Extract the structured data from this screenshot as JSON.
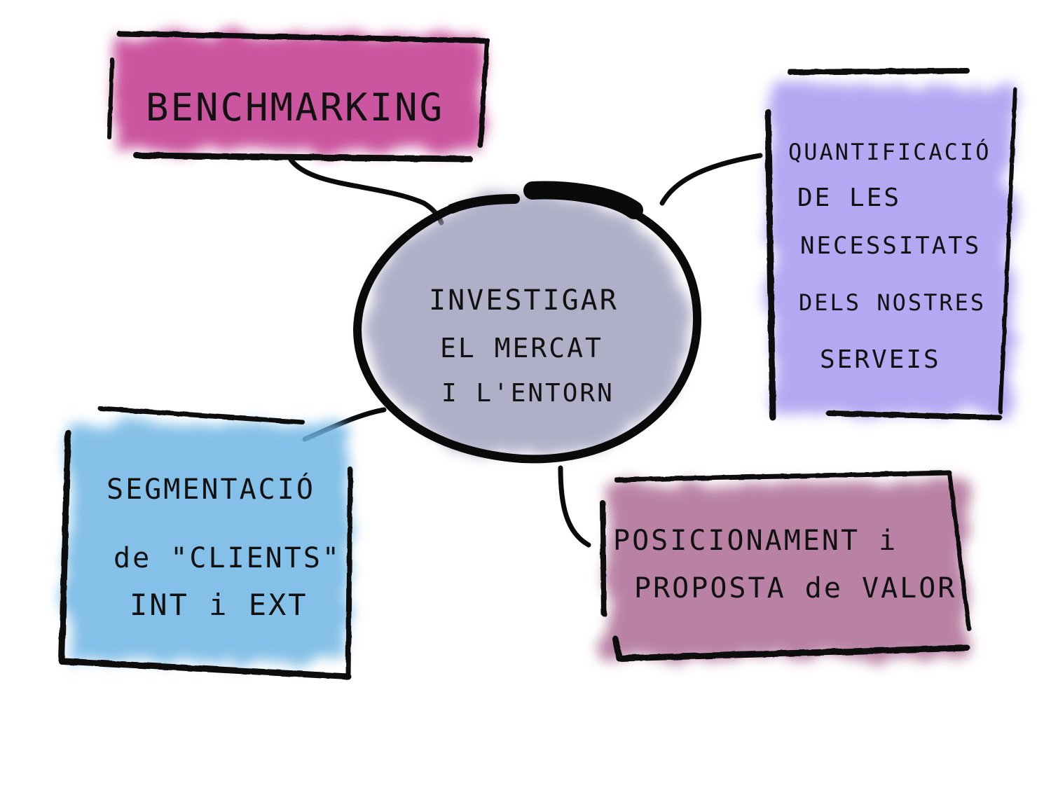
{
  "diagram": {
    "type": "mind-map",
    "center": {
      "lines": [
        "INVESTIGAR",
        "EL MERCAT",
        "I L'ENTORN"
      ],
      "color": "#9c9cbb"
    },
    "nodes": [
      {
        "id": "benchmarking",
        "lines": [
          "BENCHMARKING"
        ],
        "color": "#c2378f"
      },
      {
        "id": "quantificacio",
        "lines": [
          "QUANTIFICACIÓ",
          "DE LES",
          "NECESSITATS",
          "DELS NOSTRES",
          "SERVEIS"
        ],
        "color": "#a99af0"
      },
      {
        "id": "segmentacio",
        "lines": [
          "SEGMENTACIÓ",
          "de \"CLIENTS\"",
          "INT i EXT"
        ],
        "color": "#6fb6e4"
      },
      {
        "id": "posicionament",
        "lines": [
          "POSICIONAMENT i",
          "PROPOSTA de VALOR"
        ],
        "color": "#a8648f"
      }
    ]
  }
}
